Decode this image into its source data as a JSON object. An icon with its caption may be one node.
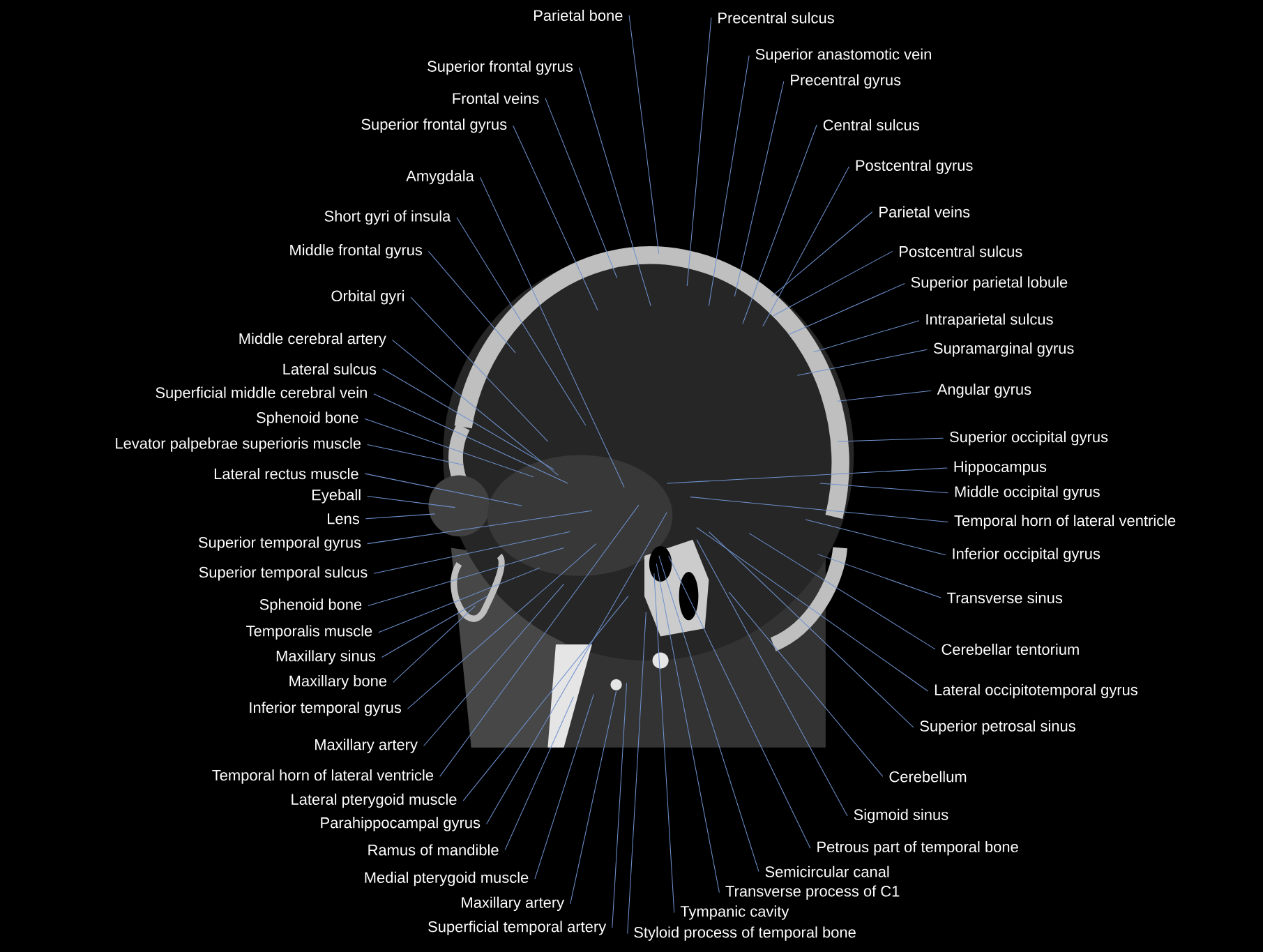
{
  "diagram": {
    "nodes": [
      {
        "text": [
          "Parietal bone"
        ]
      },
      {
        "text": [
          "Superior frontal gyrus"
        ]
      },
      {
        "text": [
          "Frontal veins"
        ]
      },
      {
        "text": [
          "Superior frontal gyrus"
        ]
      },
      {
        "text": [
          "Amygdala"
        ]
      },
      {
        "text": [
          "Short gyri of insula"
        ]
      },
      {
        "text": [
          "Middle frontal gyrus"
        ]
      },
      {
        "text": [
          "Orbital gyri"
        ]
      },
      {
        "text": [
          "Middle cerebral artery"
        ]
      },
      {
        "text": [
          "Lateral sulcus"
        ]
      },
      {
        "text": [
          "Superficial middle cerebral vein"
        ]
      },
      {
        "text": [
          "Sphenoid bone"
        ]
      },
      {
        "text": [
          "Levator palpebrae superioris muscle"
        ]
      },
      {
        "text": [
          "Lateral rectus muscle"
        ]
      },
      {
        "text": [
          "Eyeball"
        ]
      },
      {
        "text": [
          "Lens"
        ]
      },
      {
        "text": [
          "Superior temporal gyrus"
        ]
      },
      {
        "text": [
          "Superior temporal sulcus"
        ]
      },
      {
        "text": [
          "Sphenoid bone"
        ]
      },
      {
        "text": [
          "Temporalis muscle"
        ]
      },
      {
        "text": [
          "Maxillary sinus"
        ]
      },
      {
        "text": [
          "Maxillary bone"
        ]
      },
      {
        "text": [
          "Inferior temporal gyrus"
        ]
      },
      {
        "text": [
          "Maxillary artery"
        ]
      },
      {
        "text": [
          "Temporal horn of lateral ventricle"
        ]
      },
      {
        "text": [
          "Lateral pterygoid muscle"
        ]
      },
      {
        "text": [
          "Parahippocampal gyrus"
        ]
      },
      {
        "text": [
          "Ramus of mandible"
        ]
      },
      {
        "text": [
          "Medial pterygoid muscle"
        ]
      },
      {
        "text": [
          "Maxillary artery"
        ]
      },
      {
        "text": [
          "Superficial temporal artery"
        ]
      },
      {
        "text": [
          "Precentral sulcus"
        ]
      },
      {
        "text": [
          "Superior anastomotic vein"
        ]
      },
      {
        "text": [
          "Precentral gyrus"
        ]
      },
      {
        "text": [
          "Central sulcus"
        ]
      },
      {
        "text": [
          "Postcentral gyrus"
        ]
      },
      {
        "text": [
          "Parietal veins"
        ]
      },
      {
        "text": [
          "Postcentral sulcus"
        ]
      },
      {
        "text": [
          "Superior parietal lobule"
        ]
      },
      {
        "text": [
          "Intraparietal sulcus"
        ]
      },
      {
        "text": [
          "Supramarginal gyrus"
        ]
      },
      {
        "text": [
          "Angular gyrus"
        ]
      },
      {
        "text": [
          "Superior occipital gyrus"
        ]
      },
      {
        "text": [
          "Hippocampus"
        ]
      },
      {
        "text": [
          "Middle occipital gyrus"
        ]
      },
      {
        "text": [
          "Temporal horn of lateral ventricle"
        ]
      },
      {
        "text": [
          "Inferior occipital gyrus"
        ]
      },
      {
        "text": [
          "Transverse sinus"
        ]
      },
      {
        "text": [
          "Cerebellar tentorium"
        ]
      },
      {
        "text": [
          "Lateral occipitotemporal gyrus"
        ]
      },
      {
        "text": [
          "Superior petrosal sinus"
        ]
      },
      {
        "text": [
          "Cerebellum"
        ]
      },
      {
        "text": [
          "Sigmoid sinus"
        ]
      },
      {
        "text": [
          "Petrous part of temporal bone"
        ]
      },
      {
        "text": [
          "Semicircular canal"
        ]
      },
      {
        "text": [
          "Transverse process of C1"
        ]
      },
      {
        "text": [
          "Tympanic cavity"
        ]
      },
      {
        "text": [
          "Styloid process of temporal bone"
        ]
      }
    ],
    "edges": [
      {
        "from": 0,
        "to": null,
        "arrow": "none"
      },
      {
        "from": 1,
        "to": null,
        "arrow": "none"
      },
      {
        "from": 2,
        "to": null,
        "arrow": "none"
      },
      {
        "from": 3,
        "to": null,
        "arrow": "none"
      },
      {
        "from": 4,
        "to": null,
        "arrow": "none"
      },
      {
        "from": 5,
        "to": null,
        "arrow": "none"
      },
      {
        "from": 6,
        "to": null,
        "arrow": "none"
      },
      {
        "from": 7,
        "to": null,
        "arrow": "none"
      },
      {
        "from": 8,
        "to": null,
        "arrow": "none"
      },
      {
        "from": 9,
        "to": null,
        "arrow": "none"
      },
      {
        "from": 10,
        "to": null,
        "arrow": "none"
      },
      {
        "from": 11,
        "to": null,
        "arrow": "none"
      },
      {
        "from": 12,
        "to": null,
        "arrow": "none"
      },
      {
        "from": 13,
        "to": null,
        "arrow": "none"
      },
      {
        "from": 14,
        "to": null,
        "arrow": "none"
      },
      {
        "from": 15,
        "to": null,
        "arrow": "none"
      },
      {
        "from": 16,
        "to": null,
        "arrow": "none"
      },
      {
        "from": 17,
        "to": null,
        "arrow": "none"
      },
      {
        "from": 18,
        "to": null,
        "arrow": "none"
      },
      {
        "from": 19,
        "to": null,
        "arrow": "none"
      },
      {
        "from": 20,
        "to": null,
        "arrow": "none"
      },
      {
        "from": 21,
        "to": null,
        "arrow": "none"
      },
      {
        "from": 22,
        "to": null,
        "arrow": "none"
      },
      {
        "from": 23,
        "to": null,
        "arrow": "none"
      },
      {
        "from": 24,
        "to": null,
        "arrow": "none"
      },
      {
        "from": 25,
        "to": null,
        "arrow": "none"
      },
      {
        "from": 26,
        "to": null,
        "arrow": "none"
      },
      {
        "from": 27,
        "to": null,
        "arrow": "none"
      },
      {
        "from": 28,
        "to": null,
        "arrow": "none"
      },
      {
        "from": 29,
        "to": null,
        "arrow": "none"
      },
      {
        "from": 30,
        "to": null,
        "arrow": "none"
      },
      {
        "from": 31,
        "to": null,
        "arrow": "none"
      },
      {
        "from": 32,
        "to": null,
        "arrow": "none"
      },
      {
        "from": 33,
        "to": null,
        "arrow": "none"
      },
      {
        "from": 34,
        "to": null,
        "arrow": "none"
      },
      {
        "from": 35,
        "to": null,
        "arrow": "none"
      },
      {
        "from": 36,
        "to": null,
        "arrow": "none"
      },
      {
        "from": 37,
        "to": null,
        "arrow": "none"
      },
      {
        "from": 38,
        "to": null,
        "arrow": "none"
      },
      {
        "from": 39,
        "to": null,
        "arrow": "none"
      },
      {
        "from": 40,
        "to": null,
        "arrow": "none"
      },
      {
        "from": 41,
        "to": null,
        "arrow": "none"
      },
      {
        "from": 42,
        "to": null,
        "arrow": "none"
      },
      {
        "from": 43,
        "to": null,
        "arrow": "none"
      },
      {
        "from": 44,
        "to": null,
        "arrow": "none"
      },
      {
        "from": 45,
        "to": null,
        "arrow": "none"
      },
      {
        "from": 46,
        "to": null,
        "arrow": "none"
      },
      {
        "from": 47,
        "to": null,
        "arrow": "none"
      },
      {
        "from": 48,
        "to": null,
        "arrow": "none"
      },
      {
        "from": 49,
        "to": null,
        "arrow": "none"
      },
      {
        "from": 50,
        "to": null,
        "arrow": "none"
      },
      {
        "from": 51,
        "to": null,
        "arrow": "none"
      },
      {
        "from": 52,
        "to": null,
        "arrow": "none"
      },
      {
        "from": 53,
        "to": null,
        "arrow": "none"
      },
      {
        "from": 54,
        "to": null,
        "arrow": "none"
      },
      {
        "from": 55,
        "to": null,
        "arrow": "none"
      },
      {
        "from": 56,
        "to": null,
        "arrow": "none"
      },
      {
        "from": 57,
        "to": null,
        "arrow": "none"
      }
    ]
  }
}
